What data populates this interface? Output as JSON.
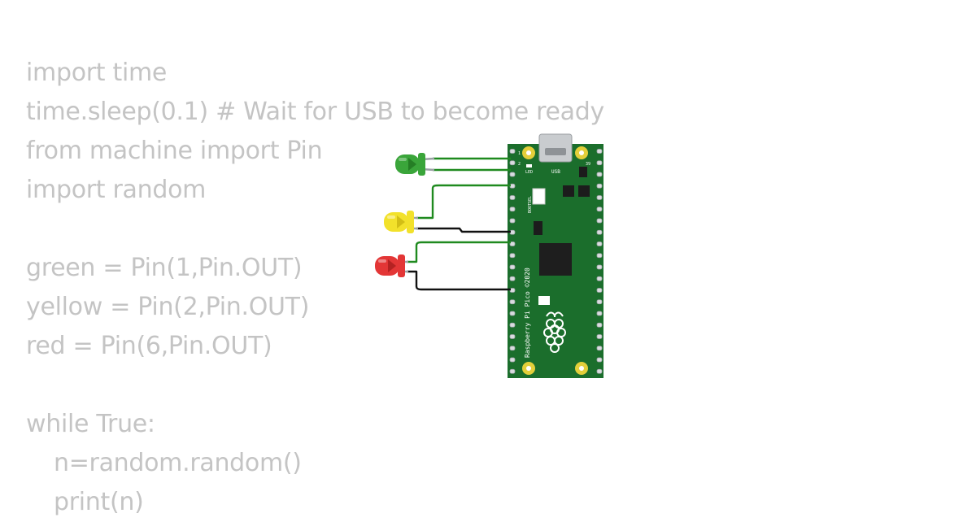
{
  "code": {
    "lines": [
      "import time",
      "time.sleep(0.1) # Wait for USB to become ready",
      "from machine import Pin",
      "import random",
      "",
      "green = Pin(1,Pin.OUT)",
      "yellow = Pin(2,Pin.OUT)",
      "red = Pin(6,Pin.OUT)",
      "",
      "while True:",
      "n=random.random()",
      "print(n)"
    ]
  },
  "board": {
    "model_label": "Raspberry Pi Pico ©2020",
    "bootsel_label": "BOOTSEL",
    "led_label": "LED",
    "usb_label": "USB",
    "pin_1_label": "1",
    "pin_2_label": "2",
    "pin_39_label": "39",
    "pcb_color": "#1b6e2c"
  },
  "leds": {
    "green_color": "#3aa53a",
    "yellow_color": "#f2e12b",
    "red_color": "#e33636"
  },
  "wires": {
    "signal_color": "#1f8a1f",
    "ground_color": "#111111"
  }
}
